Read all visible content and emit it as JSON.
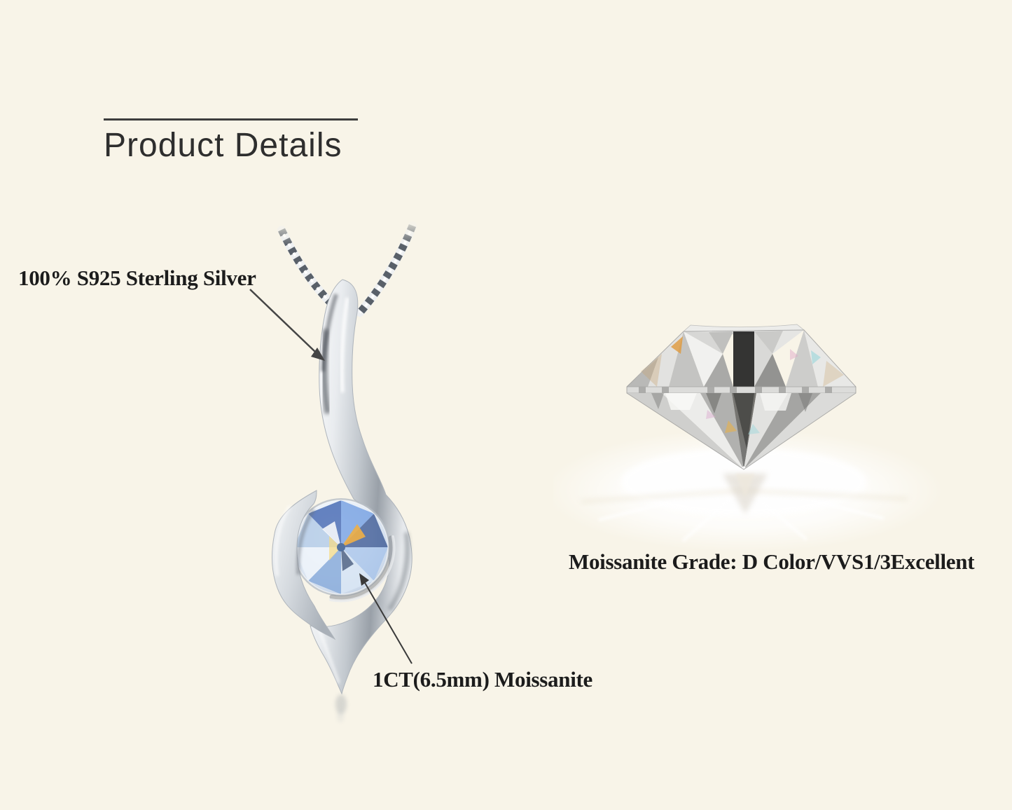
{
  "header": {
    "title": "Product Details"
  },
  "pendant": {
    "callouts": [
      {
        "label": "100% S925 Sterling Silver",
        "target": "pendant-bail"
      },
      {
        "label": "1CT(6.5mm) Moissanite",
        "target": "pendant-stone"
      }
    ]
  },
  "gem": {
    "caption": "Moissanite Grade: D Color/VVS1/3Excellent"
  },
  "colors": {
    "background": "#f8f4e8",
    "heading_text": "#2e2e2e",
    "divider": "#3d3d3d",
    "label_text": "#1c1c1c",
    "callout_line": "#454545",
    "silver_light": "#f2f4f6",
    "silver_mid": "#c7ccd1",
    "silver_dark": "#878e96",
    "stone_blue": "#6f9be0",
    "stone_deep_blue": "#2b4a8a",
    "stone_orange": "#f0a832",
    "diamond_dark_facet": "#232323",
    "surface_glow": "#ffffff"
  }
}
